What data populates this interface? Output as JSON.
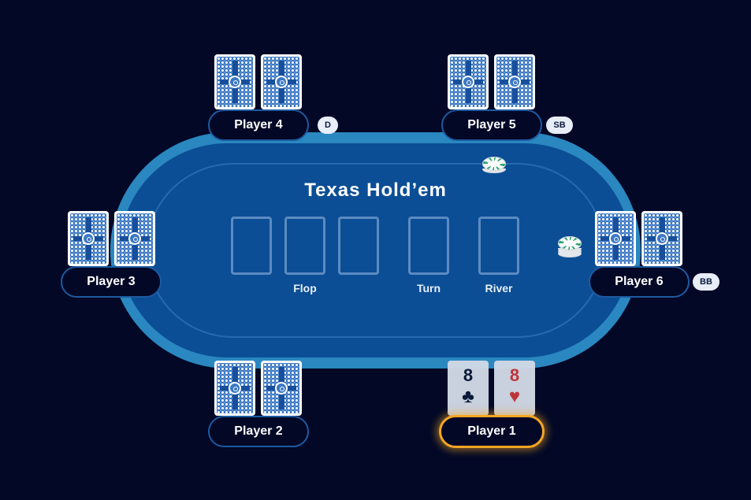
{
  "table": {
    "title": "Texas Hold’em",
    "felt_color": "#0b4e96",
    "rail_color": "#2a87c0",
    "background_color": "#020826",
    "community_labels": {
      "flop": "Flop",
      "turn": "Turn",
      "river": "River"
    }
  },
  "players": [
    {
      "name": "Player 1",
      "active": true,
      "cards": [
        {
          "rank": "8",
          "suit": "♣",
          "color": "#0b1a3a"
        },
        {
          "rank": "8",
          "suit": "♥",
          "color": "#c8373a"
        }
      ]
    },
    {
      "name": "Player 2"
    },
    {
      "name": "Player 3"
    },
    {
      "name": "Player 4",
      "badge": "D"
    },
    {
      "name": "Player 5",
      "badge": "SB"
    },
    {
      "name": "Player 6",
      "badge": "BB"
    }
  ],
  "colors": {
    "active_highlight": "#f4a623",
    "chip_accent": "#2fa86b"
  }
}
